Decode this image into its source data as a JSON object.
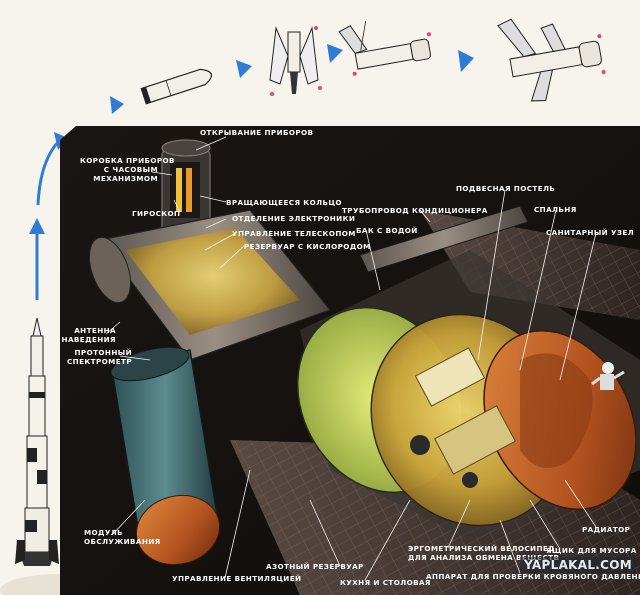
{
  "labels": {
    "instrument_opening": "ОТКРЫВАНИЕ ПРИБОРОВ",
    "instrument_box_line1": "КОРОБКА ПРИБОРОВ",
    "instrument_box_line2": "С ЧАСОВЫМ",
    "instrument_box_line3": "МЕХАНИЗМОМ",
    "gyroscope": "ГИРОСКОП",
    "rotating_ring": "ВРАЩАЮЩЕЕСЯ КОЛЬЦО",
    "electronics_section": "ОТДЕЛЕНИЕ ЭЛЕКТРОНИКИ",
    "telescope_control": "УПРАВЛЕНИЕ ТЕЛЕСКОПОМ",
    "oxygen_tank": "РЕЗЕРВУАР С КИСЛОРОДОМ",
    "ac_pipeline": "ТРУБОПРОВОД КОНДИЦИОНЕРА",
    "water_tank": "БАК С ВОДОЙ",
    "hanging_bed": "ПОДВЕСНАЯ ПОСТЕЛЬ",
    "bedroom": "СПАЛЬНЯ",
    "sanitary_unit": "САНИТАРНЫЙ УЗЕЛ",
    "antenna_line1": "АНТЕННА",
    "antenna_line2": "НАВЕДЕНИЯ",
    "proton_line1": "ПРОТОННЫЙ",
    "proton_line2": "СПЕКТРОМЕТР",
    "service_line1": "МОДУЛЬ",
    "service_line2": "ОБСЛУЖИВАНИЯ",
    "vent_control": "УПРАВЛЕНИЕ ВЕНТИЛЯЦИЕЙ",
    "nitrogen_tank": "АЗОТНЫЙ РЕЗЕРВУАР",
    "kitchen": "КУХНЯ И СТОЛОВАЯ",
    "ergometer_line1": "ЭРГОМЕТРИЧЕСКИЙ ВЕЛОСИПЕД",
    "ergometer_line2": "ДЛЯ АНАЛИЗА ОБМЕНА ВЕЩЕСТВ",
    "radiator": "РАДИАТОР",
    "trash_box": "ЯЩИК ДЛЯ МУСОРА",
    "blood_pressure": "АППАРАТ ДЛЯ ПРОВЕРКИ КРОВЯНОГО ДАВЛЕНИЯ"
  },
  "watermark": "YAPLAKAL.COM",
  "colors": {
    "background": "#f7f4ee",
    "space": "#14110f",
    "arrow_blue": "#2f7bd6",
    "hull_orange": "#c8662c",
    "interior_yellow": "#d8b94a",
    "module_teal": "#3a6a6e"
  }
}
